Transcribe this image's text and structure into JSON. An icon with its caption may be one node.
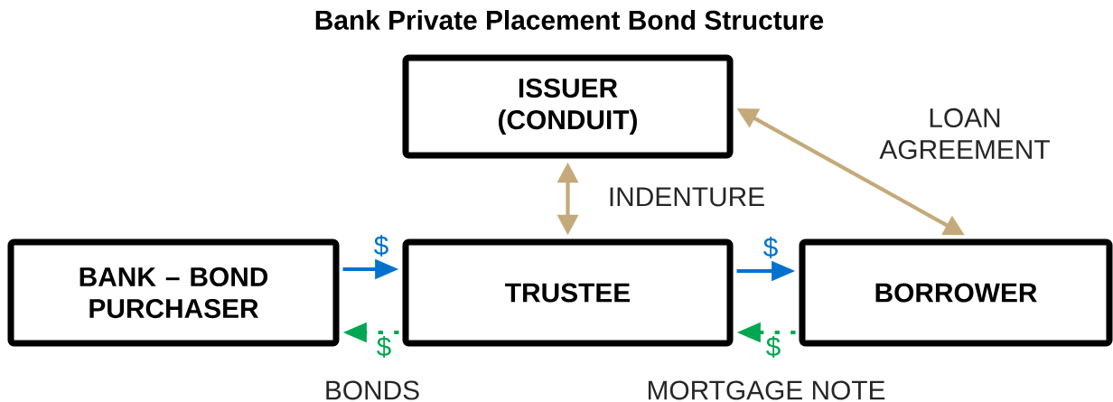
{
  "diagram": {
    "title": "Bank Private Placement Bond Structure",
    "nodes": [
      {
        "text": [
          "ISSUER (CONDUIT)"
        ]
      },
      {
        "text": [
          "BANK – BOND PURCHASER"
        ]
      },
      {
        "text": [
          "TRUSTEE"
        ]
      },
      {
        "text": [
          "BORROWER"
        ]
      }
    ],
    "edges": [
      {
        "from": 0,
        "to": 2,
        "arrow": "both",
        "label": "INDENTURE",
        "color": "#c4a97a"
      },
      {
        "from": 0,
        "to": 3,
        "arrow": "both",
        "label": "LOAN AGREEMENT",
        "color": "#c4a97a"
      },
      {
        "from": 1,
        "to": 2,
        "arrow": "to",
        "label": "$",
        "color": "#0072ce"
      },
      {
        "from": 2,
        "to": 1,
        "arrow": "to",
        "label": "$",
        "style": "dashed",
        "color": "#00a651"
      },
      {
        "from": 2,
        "to": 3,
        "arrow": "to",
        "label": "$",
        "color": "#0072ce"
      },
      {
        "from": 3,
        "to": 2,
        "arrow": "to",
        "label": "$",
        "style": "dashed",
        "color": "#00a651"
      }
    ],
    "labels": [
      "BONDS",
      "MORTGAGE NOTE"
    ]
  }
}
